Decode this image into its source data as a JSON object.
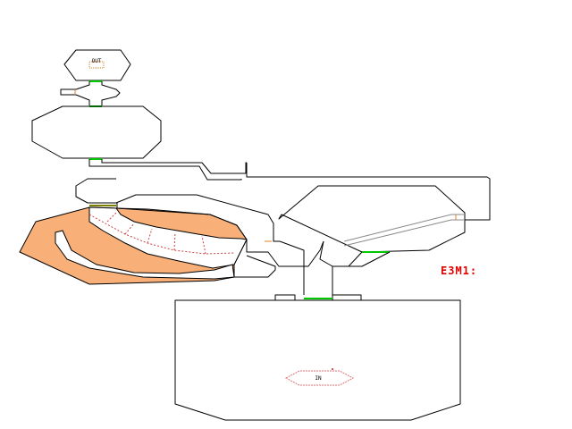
{
  "map": {
    "level_name": "E3M1:",
    "exit_label": "OUT",
    "start_label": "IN"
  },
  "colors": {
    "background": "#ffffff",
    "wall": "#000000",
    "door": "#00c800",
    "lava_region": "#f8b078",
    "level_name": "#e00000"
  }
}
